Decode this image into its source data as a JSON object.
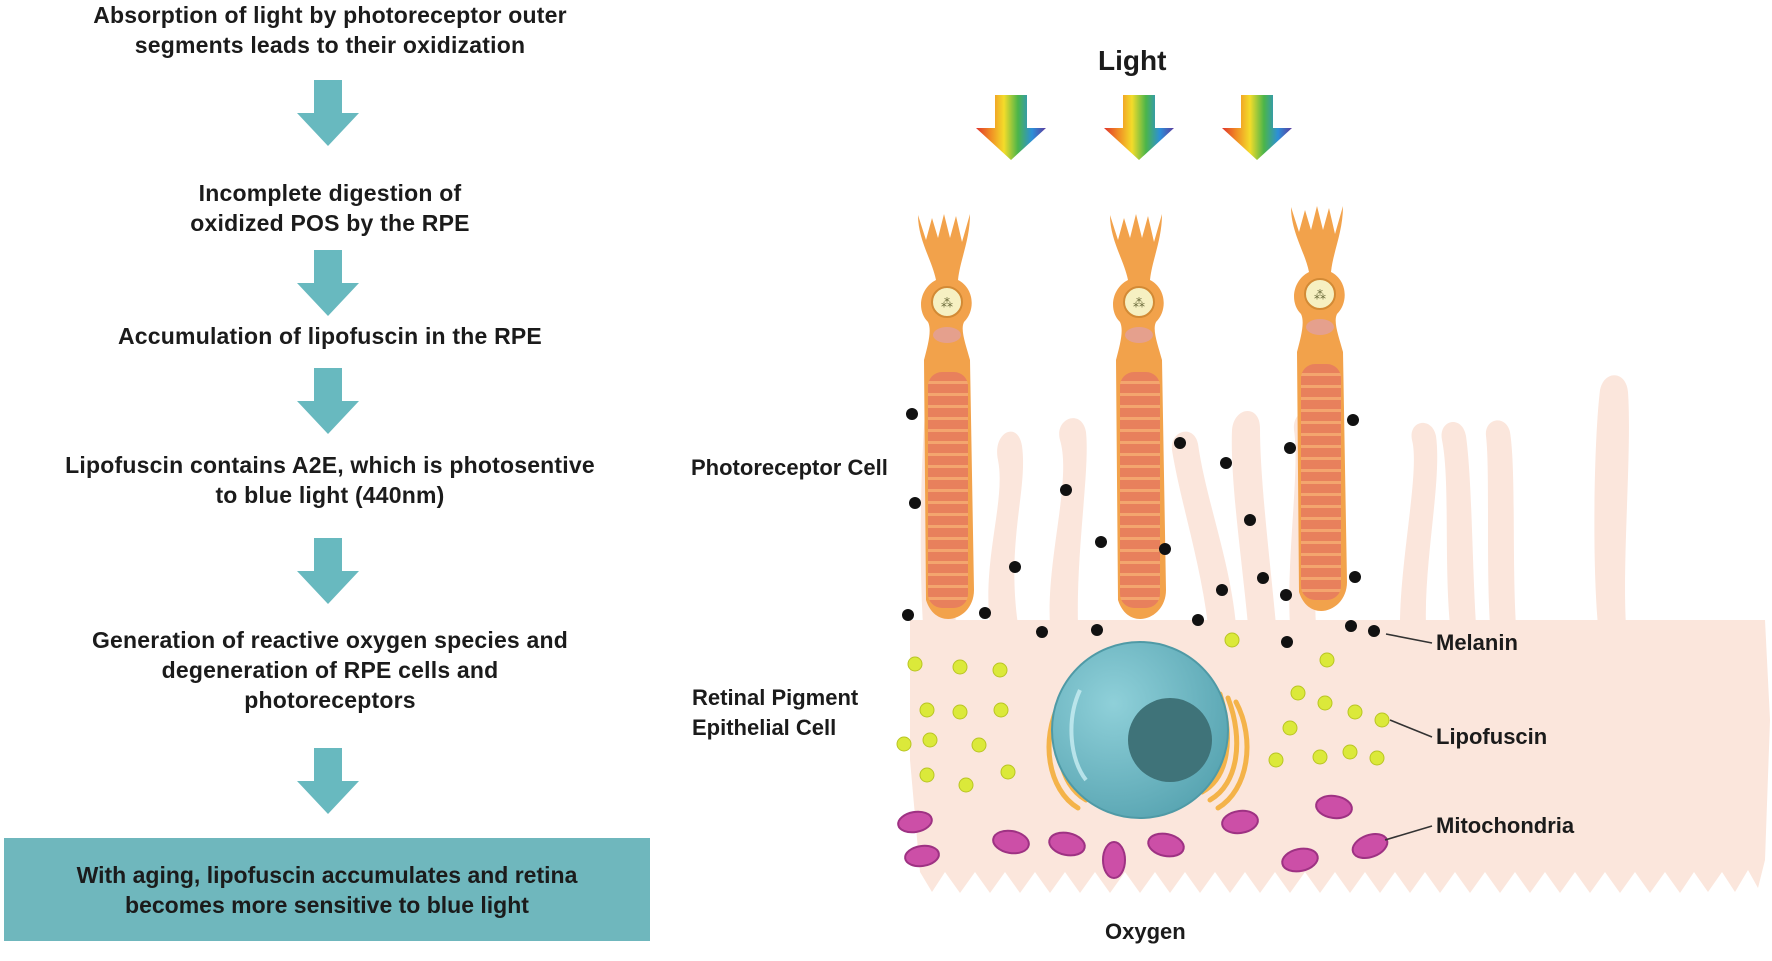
{
  "flowchart": {
    "steps": [
      {
        "line1": "Absorption of light by photoreceptor outer",
        "line2": "segments leads to their oxidization",
        "line3": ""
      },
      {
        "line1": "Incomplete digestion of",
        "line2": "oxidized POS by the RPE",
        "line3": ""
      },
      {
        "line1": "Accumulation of lipofuscin in the RPE",
        "line2": "",
        "line3": ""
      },
      {
        "line1": "Lipofuscin contains A2E, which is photosentive",
        "line2": "to blue light (440nm)",
        "line3": ""
      },
      {
        "line1": "Generation of reactive oxygen species and",
        "line2": "degeneration of RPE cells and",
        "line3": "photoreceptors"
      }
    ],
    "final": {
      "line1": "With aging, lipofuscin accumulates and retina",
      "line2": "becomes more sensitive to blue light"
    },
    "arrow_color": "#68b9bf",
    "box_color": "#6fb7bd"
  },
  "diagram": {
    "light_label": "Light",
    "photoreceptor_label": "Photoreceptor Cell",
    "rpe_label_line1": "Retinal Pigment",
    "rpe_label_line2": "Epithelial Cell",
    "melanin_label": "Melanin",
    "lipofuscin_label": "Lipofuscin",
    "mitochondria_label": "Mitochondria",
    "oxygen_label": "Oxygen",
    "colors": {
      "tissue": "#fbe6dc",
      "photoreceptor": "#f2a24b",
      "outer_segment": "#e8805c",
      "nucleus": "#6cb6c2",
      "nucleolus": "#3f7379",
      "lipofuscin": "#dbe93a",
      "mitochondria": "#cc4fa7",
      "melanin": "#111111",
      "golgi": "#f4b349"
    }
  }
}
